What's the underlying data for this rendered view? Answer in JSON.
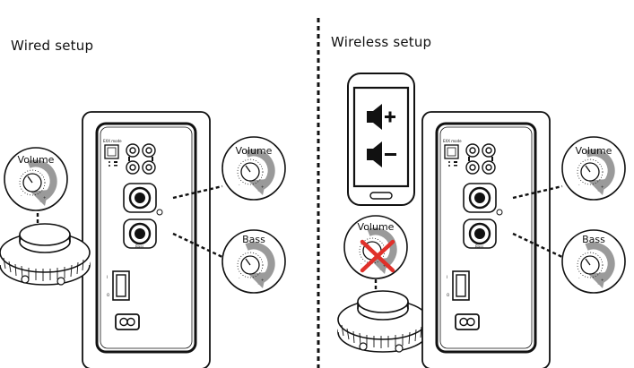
{
  "sections": {
    "wired": {
      "title": "Wired setup"
    },
    "wireless": {
      "title": "Wireless setup"
    }
  },
  "labels": {
    "volume": "Volume",
    "bass": "Bass",
    "panel_mode": "EXX mode",
    "panel_bass": "Bass",
    "puck_minus": "-",
    "puck_plus": "+"
  },
  "icons": {
    "phone": "smartphone-icon",
    "speaker_up": "volume-up-icon",
    "speaker_down": "volume-down-icon",
    "disabled": "red-x-icon",
    "power": "power-socket-icon"
  },
  "colors": {
    "line": "#111111",
    "arrow": "#8a8a8a",
    "cross": "#e0302a"
  }
}
